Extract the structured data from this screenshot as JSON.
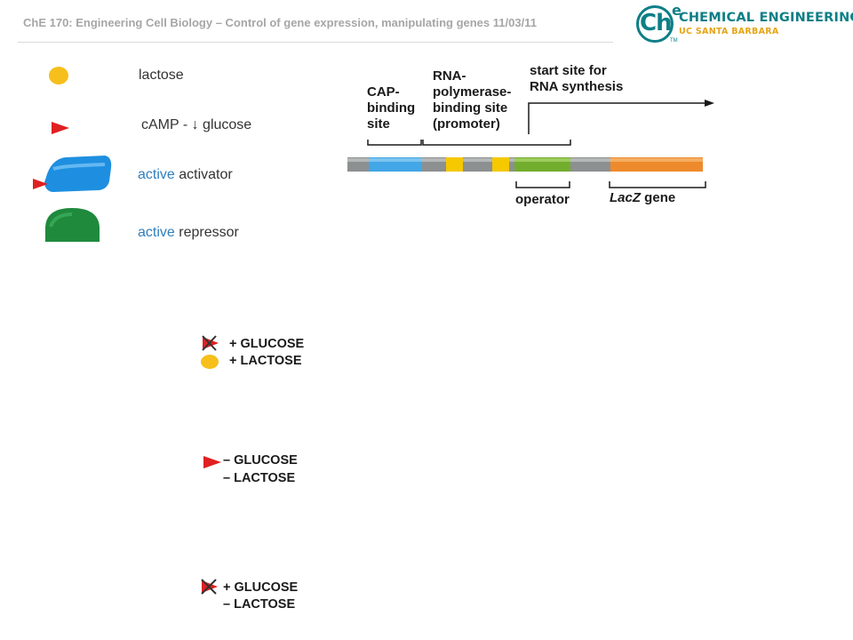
{
  "header": {
    "title": "ChE 170: Engineering Cell Biology – Control of gene expression, manipulating genes 11/03/11"
  },
  "logo": {
    "badge": "Ch",
    "superscript": "e",
    "trademark": "TM",
    "line1": "CHEMICAL ENGINEERING",
    "line2": "UC SANTA BARBARA"
  },
  "legend": {
    "lactose": "lactose",
    "camp": "cAMP - ↓ glucose",
    "activator_prefix": "active",
    "activator_suffix": " activator",
    "repressor_prefix": "active",
    "repressor_suffix": " repressor"
  },
  "operon": {
    "cap_lines": [
      "CAP-",
      "binding",
      "site"
    ],
    "polymerase_lines": [
      "RNA-",
      "polymerase-",
      "binding site",
      "(promoter)"
    ],
    "start_lines": [
      "start site for",
      "RNA synthesis"
    ],
    "operator": "operator",
    "lacz_italic": "LacZ",
    "lacz_gene": " gene"
  },
  "conditions": [
    {
      "line1": "+ GLUCOSE",
      "line2": "+ LACTOSE"
    },
    {
      "line1": "– GLUCOSE",
      "line2": "– LACTOSE"
    },
    {
      "line1": "+ GLUCOSE",
      "line2": "– LACTOSE"
    }
  ],
  "colors": {
    "lactose": "#f6bf1b",
    "camp": "#e02020",
    "activator": "#1e8fe0",
    "repressor": "#1f8a3c",
    "dna_gray": "#8c9090",
    "cap_site": "#43a6e6",
    "promoter_box": "#f5c800",
    "operator": "#73ad2e",
    "lacz": "#ee8a2b",
    "logo_teal": "#0d7f86",
    "logo_gold": "#e7a416"
  }
}
